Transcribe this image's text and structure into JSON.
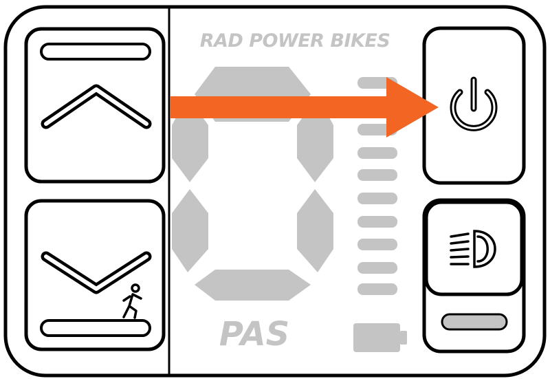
{
  "display": {
    "brand": "RAD POWER BIKES",
    "speed_digit": "0",
    "assist_mode_label": "PAS",
    "assist_level_segments": 10,
    "segment_color": "#c4c4c4",
    "outline_color": "#000000"
  },
  "buttons": {
    "up": {
      "icon": "chevron-up-icon"
    },
    "down": {
      "icon": "chevron-down-icon",
      "secondary_icon": "walk-assist-icon"
    },
    "power": {
      "icon": "power-icon"
    },
    "light": {
      "icon": "headlight-icon"
    }
  },
  "annotation": {
    "icon": "arrow-right-icon",
    "color": "#f26522"
  }
}
